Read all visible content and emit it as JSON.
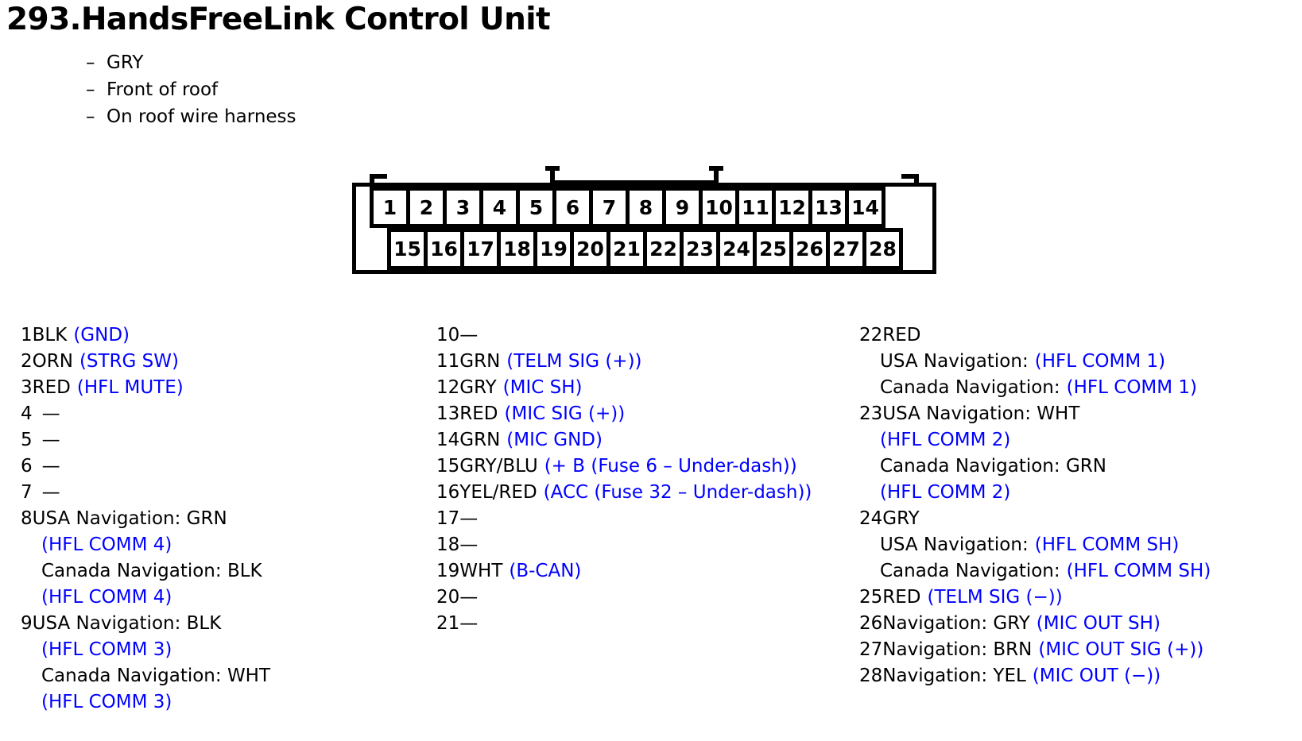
{
  "header": {
    "title": "293.HandsFreeLink Control Unit",
    "bullets": [
      {
        "dash": "–",
        "text": "GRY"
      },
      {
        "dash": "–",
        "text": "Front of roof"
      },
      {
        "dash": "–",
        "text": "On roof wire harness"
      }
    ]
  },
  "connector": {
    "top_row": [
      "1",
      "2",
      "3",
      "4",
      "5",
      "6",
      "7",
      "8",
      "9",
      "10",
      "11",
      "12",
      "13",
      "14"
    ],
    "bottom_row": [
      "15",
      "16",
      "17",
      "18",
      "19",
      "20",
      "21",
      "22",
      "23",
      "24",
      "25",
      "26",
      "27",
      "28"
    ]
  },
  "colors": {
    "signal_blue": "#0000FF",
    "text_black": "#000000",
    "background": "#FFFFFF"
  },
  "legend": {
    "column1": [
      {
        "pin": "1",
        "lines": [
          {
            "wire": "BLK",
            "signal": "(GND)"
          }
        ]
      },
      {
        "pin": "2",
        "lines": [
          {
            "wire": "ORN",
            "signal": "(STRG SW)"
          }
        ]
      },
      {
        "pin": "3",
        "lines": [
          {
            "wire": "RED",
            "signal": "(HFL MUTE)"
          }
        ]
      },
      {
        "pin": "4",
        "lines": [
          {
            "wire": "—",
            "signal": ""
          }
        ]
      },
      {
        "pin": "5",
        "lines": [
          {
            "wire": "—",
            "signal": ""
          }
        ]
      },
      {
        "pin": "6",
        "lines": [
          {
            "wire": "—",
            "signal": ""
          }
        ]
      },
      {
        "pin": "7",
        "lines": [
          {
            "wire": "—",
            "signal": ""
          }
        ]
      },
      {
        "pin": "8",
        "lines": [
          {
            "wire": "USA Navigation: GRN",
            "signal": ""
          },
          {
            "wire": "",
            "signal": "(HFL COMM 4)"
          },
          {
            "wire": "Canada Navigation: BLK",
            "signal": ""
          },
          {
            "wire": "",
            "signal": "(HFL COMM 4)"
          }
        ]
      },
      {
        "pin": "9",
        "lines": [
          {
            "wire": "USA Navigation: BLK",
            "signal": ""
          },
          {
            "wire": "",
            "signal": "(HFL COMM 3)"
          },
          {
            "wire": "Canada Navigation: WHT",
            "signal": ""
          },
          {
            "wire": "",
            "signal": "(HFL COMM 3)"
          }
        ]
      }
    ],
    "column2": [
      {
        "pin": "10",
        "lines": [
          {
            "wire": "—",
            "signal": ""
          }
        ]
      },
      {
        "pin": "11",
        "lines": [
          {
            "wire": "GRN",
            "signal": "(TELM SIG (+))"
          }
        ]
      },
      {
        "pin": "12",
        "lines": [
          {
            "wire": "GRY",
            "signal": "(MIC SH)"
          }
        ]
      },
      {
        "pin": "13",
        "lines": [
          {
            "wire": "RED",
            "signal": "(MIC SIG (+))"
          }
        ]
      },
      {
        "pin": "14",
        "lines": [
          {
            "wire": "GRN",
            "signal": "(MIC GND)"
          }
        ]
      },
      {
        "pin": "15",
        "lines": [
          {
            "wire": "GRY/BLU",
            "signal": "(+ B (Fuse 6 – Under-dash))"
          }
        ]
      },
      {
        "pin": "16",
        "lines": [
          {
            "wire": "YEL/RED",
            "signal": "(ACC (Fuse 32 – Under-dash))"
          }
        ]
      },
      {
        "pin": "17",
        "lines": [
          {
            "wire": "—",
            "signal": ""
          }
        ]
      },
      {
        "pin": "18",
        "lines": [
          {
            "wire": "—",
            "signal": ""
          }
        ]
      },
      {
        "pin": "19",
        "lines": [
          {
            "wire": "WHT",
            "signal": "(B-CAN)"
          }
        ]
      },
      {
        "pin": "20",
        "lines": [
          {
            "wire": "—",
            "signal": ""
          }
        ]
      },
      {
        "pin": "21",
        "lines": [
          {
            "wire": "—",
            "signal": ""
          }
        ]
      }
    ],
    "column3": [
      {
        "pin": "22",
        "lines": [
          {
            "wire": "RED",
            "signal": ""
          },
          {
            "wire": "USA Navigation:",
            "signal": "(HFL COMM 1)"
          },
          {
            "wire": "Canada Navigation:",
            "signal": "(HFL COMM 1)"
          }
        ]
      },
      {
        "pin": "23",
        "lines": [
          {
            "wire": "USA Navigation: WHT",
            "signal": ""
          },
          {
            "wire": "",
            "signal": "(HFL COMM 2)"
          },
          {
            "wire": "Canada Navigation: GRN",
            "signal": ""
          },
          {
            "wire": "",
            "signal": "(HFL COMM 2)"
          }
        ]
      },
      {
        "pin": "24",
        "lines": [
          {
            "wire": "GRY",
            "signal": ""
          },
          {
            "wire": "USA Navigation:",
            "signal": "(HFL COMM SH)"
          },
          {
            "wire": "Canada Navigation:",
            "signal": "(HFL COMM SH)"
          }
        ]
      },
      {
        "pin": "25",
        "lines": [
          {
            "wire": "RED",
            "signal": "(TELM SIG (−))"
          }
        ]
      },
      {
        "pin": "26",
        "lines": [
          {
            "wire": "Navigation: GRY",
            "signal": "(MIC OUT SH)"
          }
        ]
      },
      {
        "pin": "27",
        "lines": [
          {
            "wire": "Navigation: BRN",
            "signal": "(MIC OUT SIG (+))"
          }
        ]
      },
      {
        "pin": "28",
        "lines": [
          {
            "wire": "Navigation: YEL",
            "signal": "(MIC OUT (−))"
          }
        ]
      }
    ]
  }
}
